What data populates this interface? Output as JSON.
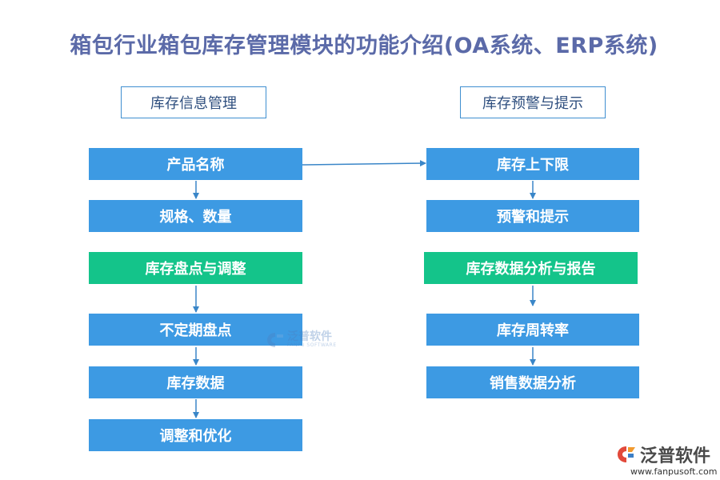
{
  "title": "箱包行业箱包库存管理模块的功能介绍(OA系统、ERP系统)",
  "left": {
    "header": "库存信息管理",
    "nodes": [
      "产品名称",
      "规格、数量",
      "库存盘点与调整",
      "不定期盘点",
      "库存数据",
      "调整和优化"
    ]
  },
  "right": {
    "header": "库存预警与提示",
    "nodes": [
      "库存上下限",
      "预警和提示",
      "库存数据分析与报告",
      "库存周转率",
      "销售数据分析"
    ]
  },
  "watermark": {
    "text": "泛普软件",
    "sub": "FANPU SOFTWARE"
  },
  "logo": {
    "name": "泛普软件",
    "url": "www.fanpusoft.com"
  },
  "colors": {
    "node_blue": "#3d9ae3",
    "node_green": "#14c48a",
    "arrow": "#3a86c8",
    "title": "#5b6aa8"
  }
}
